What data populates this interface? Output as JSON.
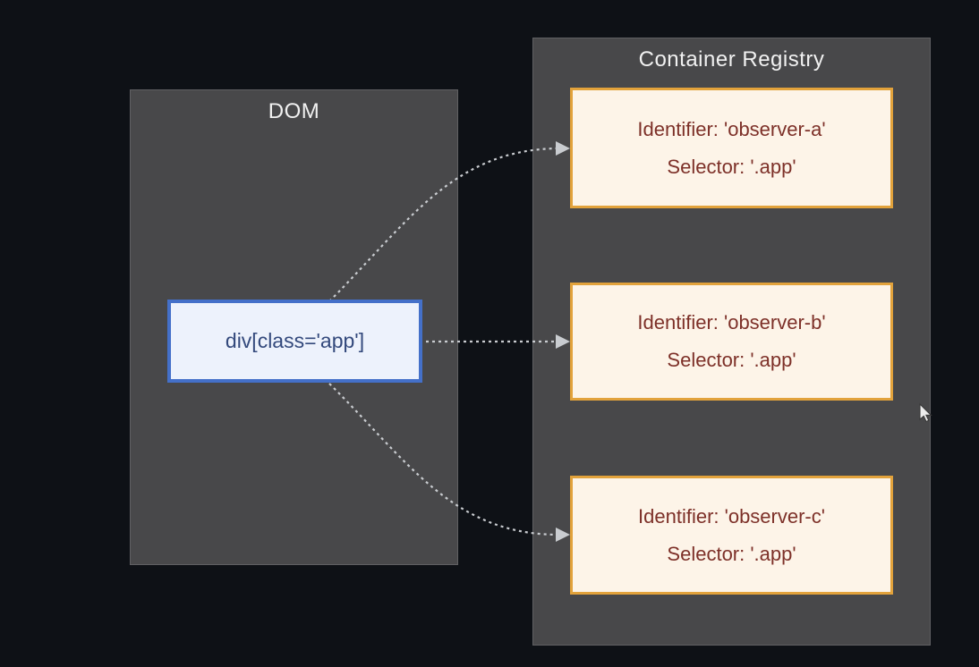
{
  "canvas": {
    "background_color": "#0e1116"
  },
  "dom_panel": {
    "title": "DOM",
    "fill_color": "#48484a",
    "border_color": "#606063",
    "title_color": "#f1f1f1"
  },
  "dom_node": {
    "label": "div[class='app']",
    "fill_color": "#edf2fc",
    "border_color": "#4470c9",
    "text_color": "#33497c"
  },
  "registry_panel": {
    "title": "Container Registry",
    "fill_color": "#48484a",
    "border_color": "#606063",
    "title_color": "#f1f1f1",
    "observers": [
      {
        "identifier": "Identifier: 'observer-a'",
        "selector": "Selector: '.app'"
      },
      {
        "identifier": "Identifier: 'observer-b'",
        "selector": "Selector: '.app'"
      },
      {
        "identifier": "Identifier: 'observer-c'",
        "selector": "Selector: '.app'"
      }
    ],
    "observer_fill_color": "#fdf4e8",
    "observer_border_color": "#e2a23b",
    "observer_text_color": "#7d3028"
  },
  "connections": [
    {
      "from": "dom-node",
      "to": "observer-a",
      "style": "dotted-arrow"
    },
    {
      "from": "dom-node",
      "to": "observer-b",
      "style": "dotted-arrow"
    },
    {
      "from": "dom-node",
      "to": "observer-c",
      "style": "dotted-arrow"
    }
  ],
  "arrow_color": "#c9ccd0"
}
